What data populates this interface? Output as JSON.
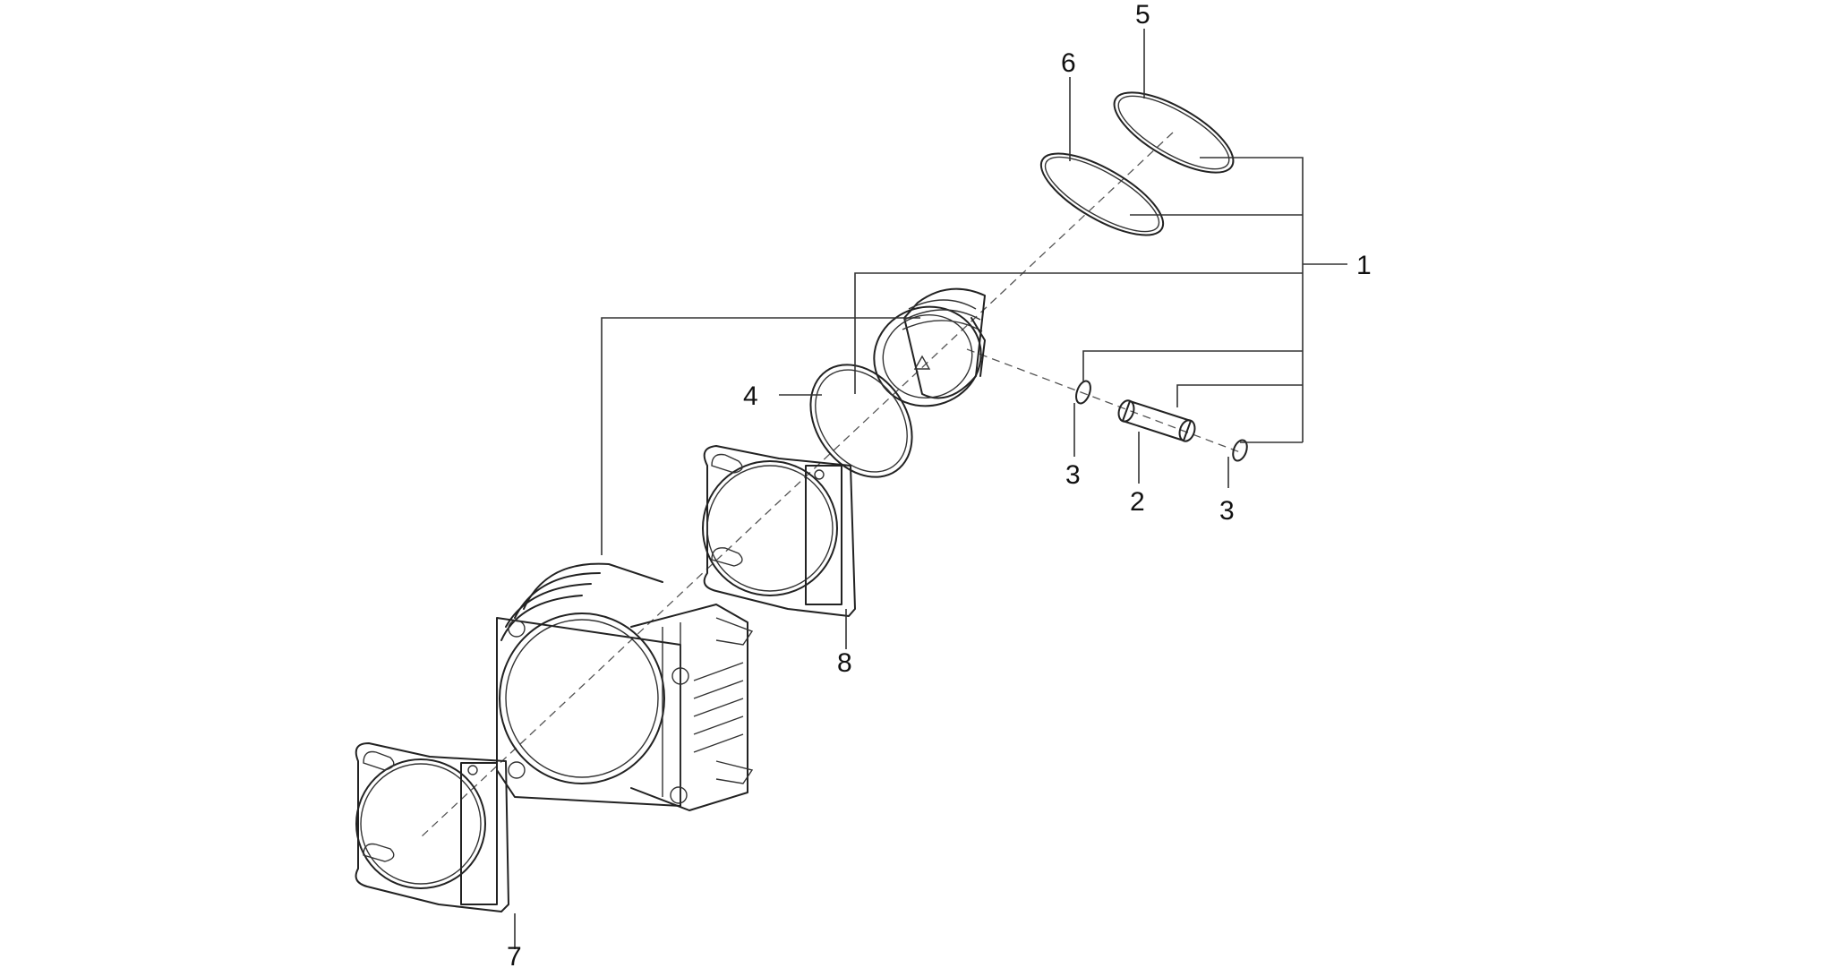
{
  "diagram": {
    "callouts": {
      "c1": "1",
      "c2": "2",
      "c3a": "3",
      "c3b": "3",
      "c4": "4",
      "c5": "5",
      "c6": "6",
      "c7": "7",
      "c8": "8"
    },
    "parts": [
      {
        "callout": "1",
        "part": "piston-assembly"
      },
      {
        "callout": "2",
        "part": "piston-pin"
      },
      {
        "callout": "3",
        "part": "circlip"
      },
      {
        "callout": "4",
        "part": "piston-ring"
      },
      {
        "callout": "5",
        "part": "piston-ring"
      },
      {
        "callout": "6",
        "part": "piston-ring"
      },
      {
        "callout": "7",
        "part": "base-gasket"
      },
      {
        "callout": "8",
        "part": "head-gasket"
      }
    ]
  }
}
